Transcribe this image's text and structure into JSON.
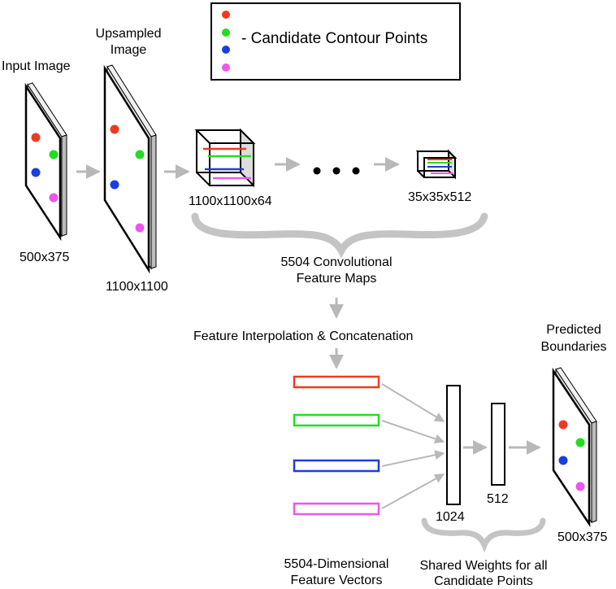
{
  "colors": {
    "red": "#ee3a1f",
    "green": "#22dd22",
    "blue": "#1a3ee0",
    "magenta": "#ee55ee",
    "arrow": "#b8b8b8",
    "plane_side": "#d8d8d8",
    "brace": "#c4c4c4"
  },
  "legend": {
    "text": "- Candidate Contour Points"
  },
  "labels": {
    "input_image": "Input Image",
    "upsampled_line1": "Upsampled",
    "upsampled_line2": "Image",
    "size_input": "500x375",
    "size_upsampled": "1100x1100",
    "size_conv_first": "1100x1100x64",
    "size_conv_last": "35x35x512",
    "conv_maps_line1": "5504 Convolutional",
    "conv_maps_line2": "Feature Maps",
    "interpolation": "Feature Interpolation & Concatenation",
    "predicted_line1": "Predicted",
    "predicted_line2": "Boundaries",
    "size_output": "500x375",
    "layer_1024": "1024",
    "layer_512": "512",
    "vectors_line1": "5504-Dimensional",
    "vectors_line2": "Feature Vectors",
    "shared_line1": "Shared Weights for all",
    "shared_line2": "Candidate Points"
  }
}
